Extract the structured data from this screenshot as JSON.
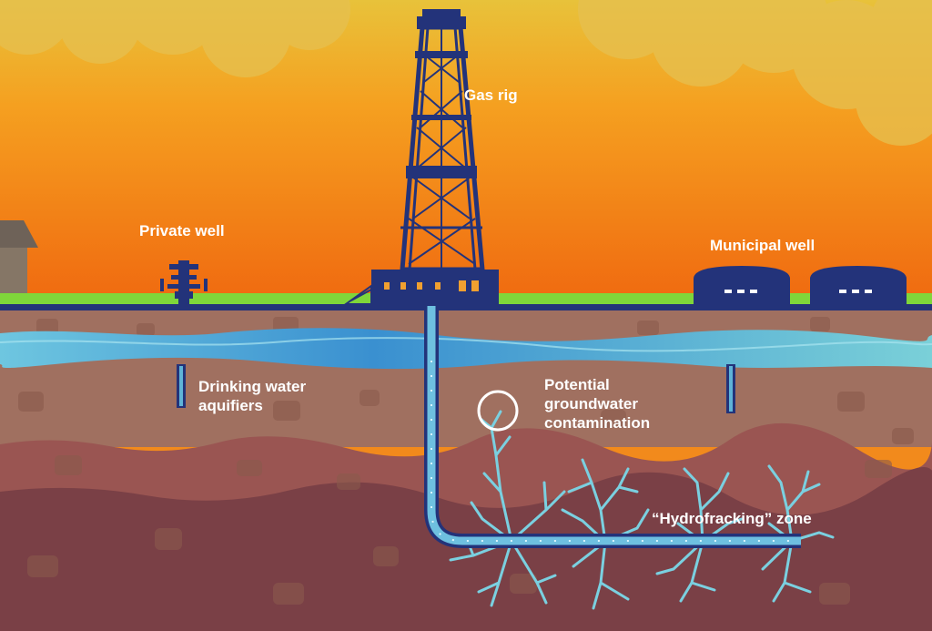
{
  "labels": {
    "gas_rig": "Gas rig",
    "private_well": "Private well",
    "municipal_well": "Municipal well",
    "aquifer_line1": "Drinking water",
    "aquifer_line2": "aquifiers",
    "contamination_line1": "Potential",
    "contamination_line2": "groundwater",
    "contamination_line3": "contamination",
    "frack_zone": "“Hydrofracking” zone"
  },
  "colors": {
    "sky_top": "#e8c23a",
    "sky_bottom": "#f06a10",
    "grass": "#7fd63a",
    "structure_navy": "#23337a",
    "aquifer": "#5fb4d8",
    "soil_top": "#a07060",
    "soil_mid": "#9a5552",
    "soil_deep": "#7a4046",
    "fracture": "#7ad0e0",
    "label": "#ffffff"
  }
}
